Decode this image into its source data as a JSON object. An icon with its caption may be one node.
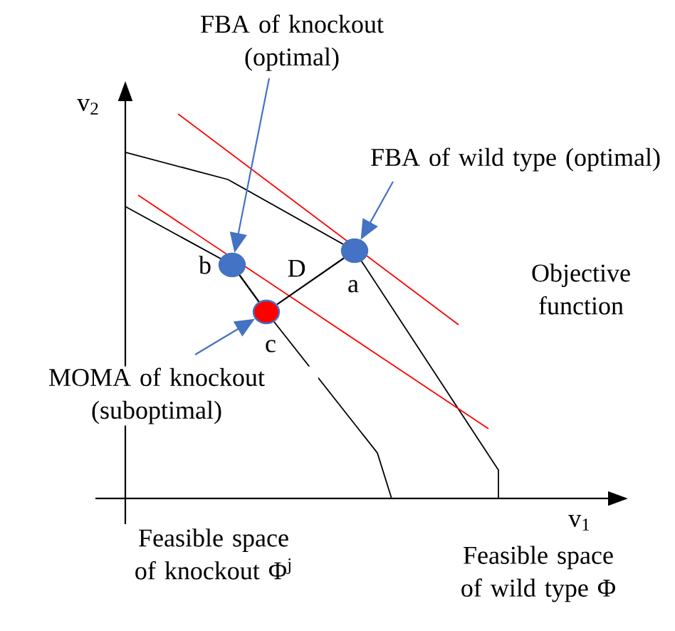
{
  "diagram": {
    "nodes": [
      {
        "text": [
          "FBA of knockout (optimal)"
        ]
      },
      {
        "text": [
          "FBA of wild type (optimal)"
        ]
      },
      {
        "text": [
          "MOMA of knockout (suboptimal)"
        ]
      },
      {
        "text": [],
        "shape": "circle",
        "beside": [
          "b"
        ]
      },
      {
        "text": [],
        "shape": "circle",
        "beside": [
          "a"
        ]
      },
      {
        "text": [],
        "shape": "circle",
        "beside": [
          "c"
        ]
      }
    ],
    "edges": [
      {
        "from": 0,
        "to": 3,
        "arrow": "to",
        "color": "#4472c4"
      },
      {
        "from": 1,
        "to": 4,
        "arrow": "to",
        "color": "#4472c4"
      },
      {
        "from": 2,
        "to": 5,
        "arrow": "to",
        "color": "#4472c4"
      },
      {
        "from": 3,
        "to": 5,
        "arrow": "none",
        "color": "#000000"
      },
      {
        "from": 5,
        "to": 4,
        "arrow": "none",
        "label": "D",
        "color": "#000000"
      }
    ],
    "labels": [
      "v$_{2}$",
      "v$_{1}$",
      "Objective function",
      "Feasible space of knockout Φ$^{j}$",
      "Feasible space of wild type Φ"
    ]
  }
}
